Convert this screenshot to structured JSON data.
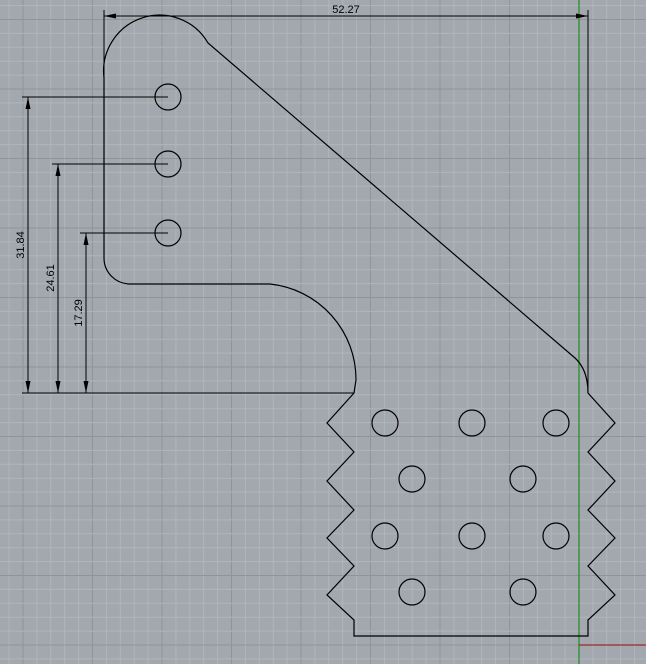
{
  "colors": {
    "background": "#a3a7ae",
    "grid_minor": "#b2b6bc",
    "grid_major": "#8f939a",
    "geometry": "#000000",
    "y_axis": "#1f8f1f",
    "x_axis": "#9a2a2a"
  },
  "dimensions": {
    "width_top": "52.27",
    "height_hole_1": "31.84",
    "height_hole_2": "24.61",
    "height_hole_3": "17.29"
  }
}
